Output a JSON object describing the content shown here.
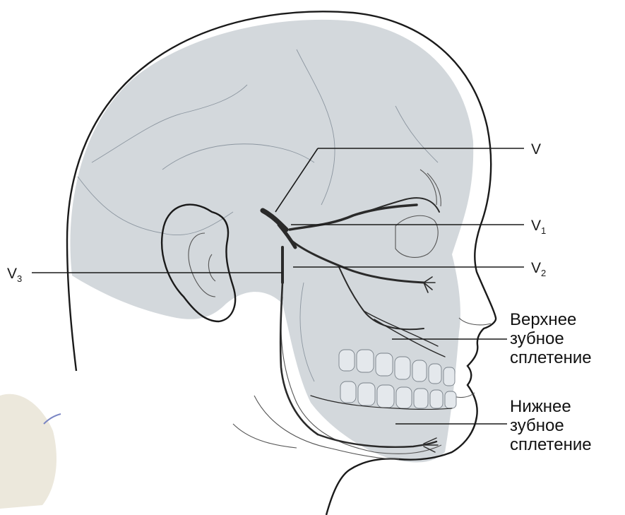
{
  "labels": {
    "v": {
      "main": "V",
      "sub": ""
    },
    "v1": {
      "main": "V",
      "sub": "1"
    },
    "v2": {
      "main": "V",
      "sub": "2"
    },
    "v3": {
      "main": "V",
      "sub": "3"
    },
    "upper_plexus": {
      "line1": "Верхнее",
      "line2": "зубное",
      "line3": "сплетение"
    },
    "lower_plexus": {
      "line1": "Нижнее",
      "line2": "зубное",
      "line3": "сплетение"
    }
  },
  "colors": {
    "skull_fill": "#d3d8dc",
    "nerve": "#2a2a2a",
    "outline": "#1a1a1a",
    "background": "#ffffff"
  }
}
